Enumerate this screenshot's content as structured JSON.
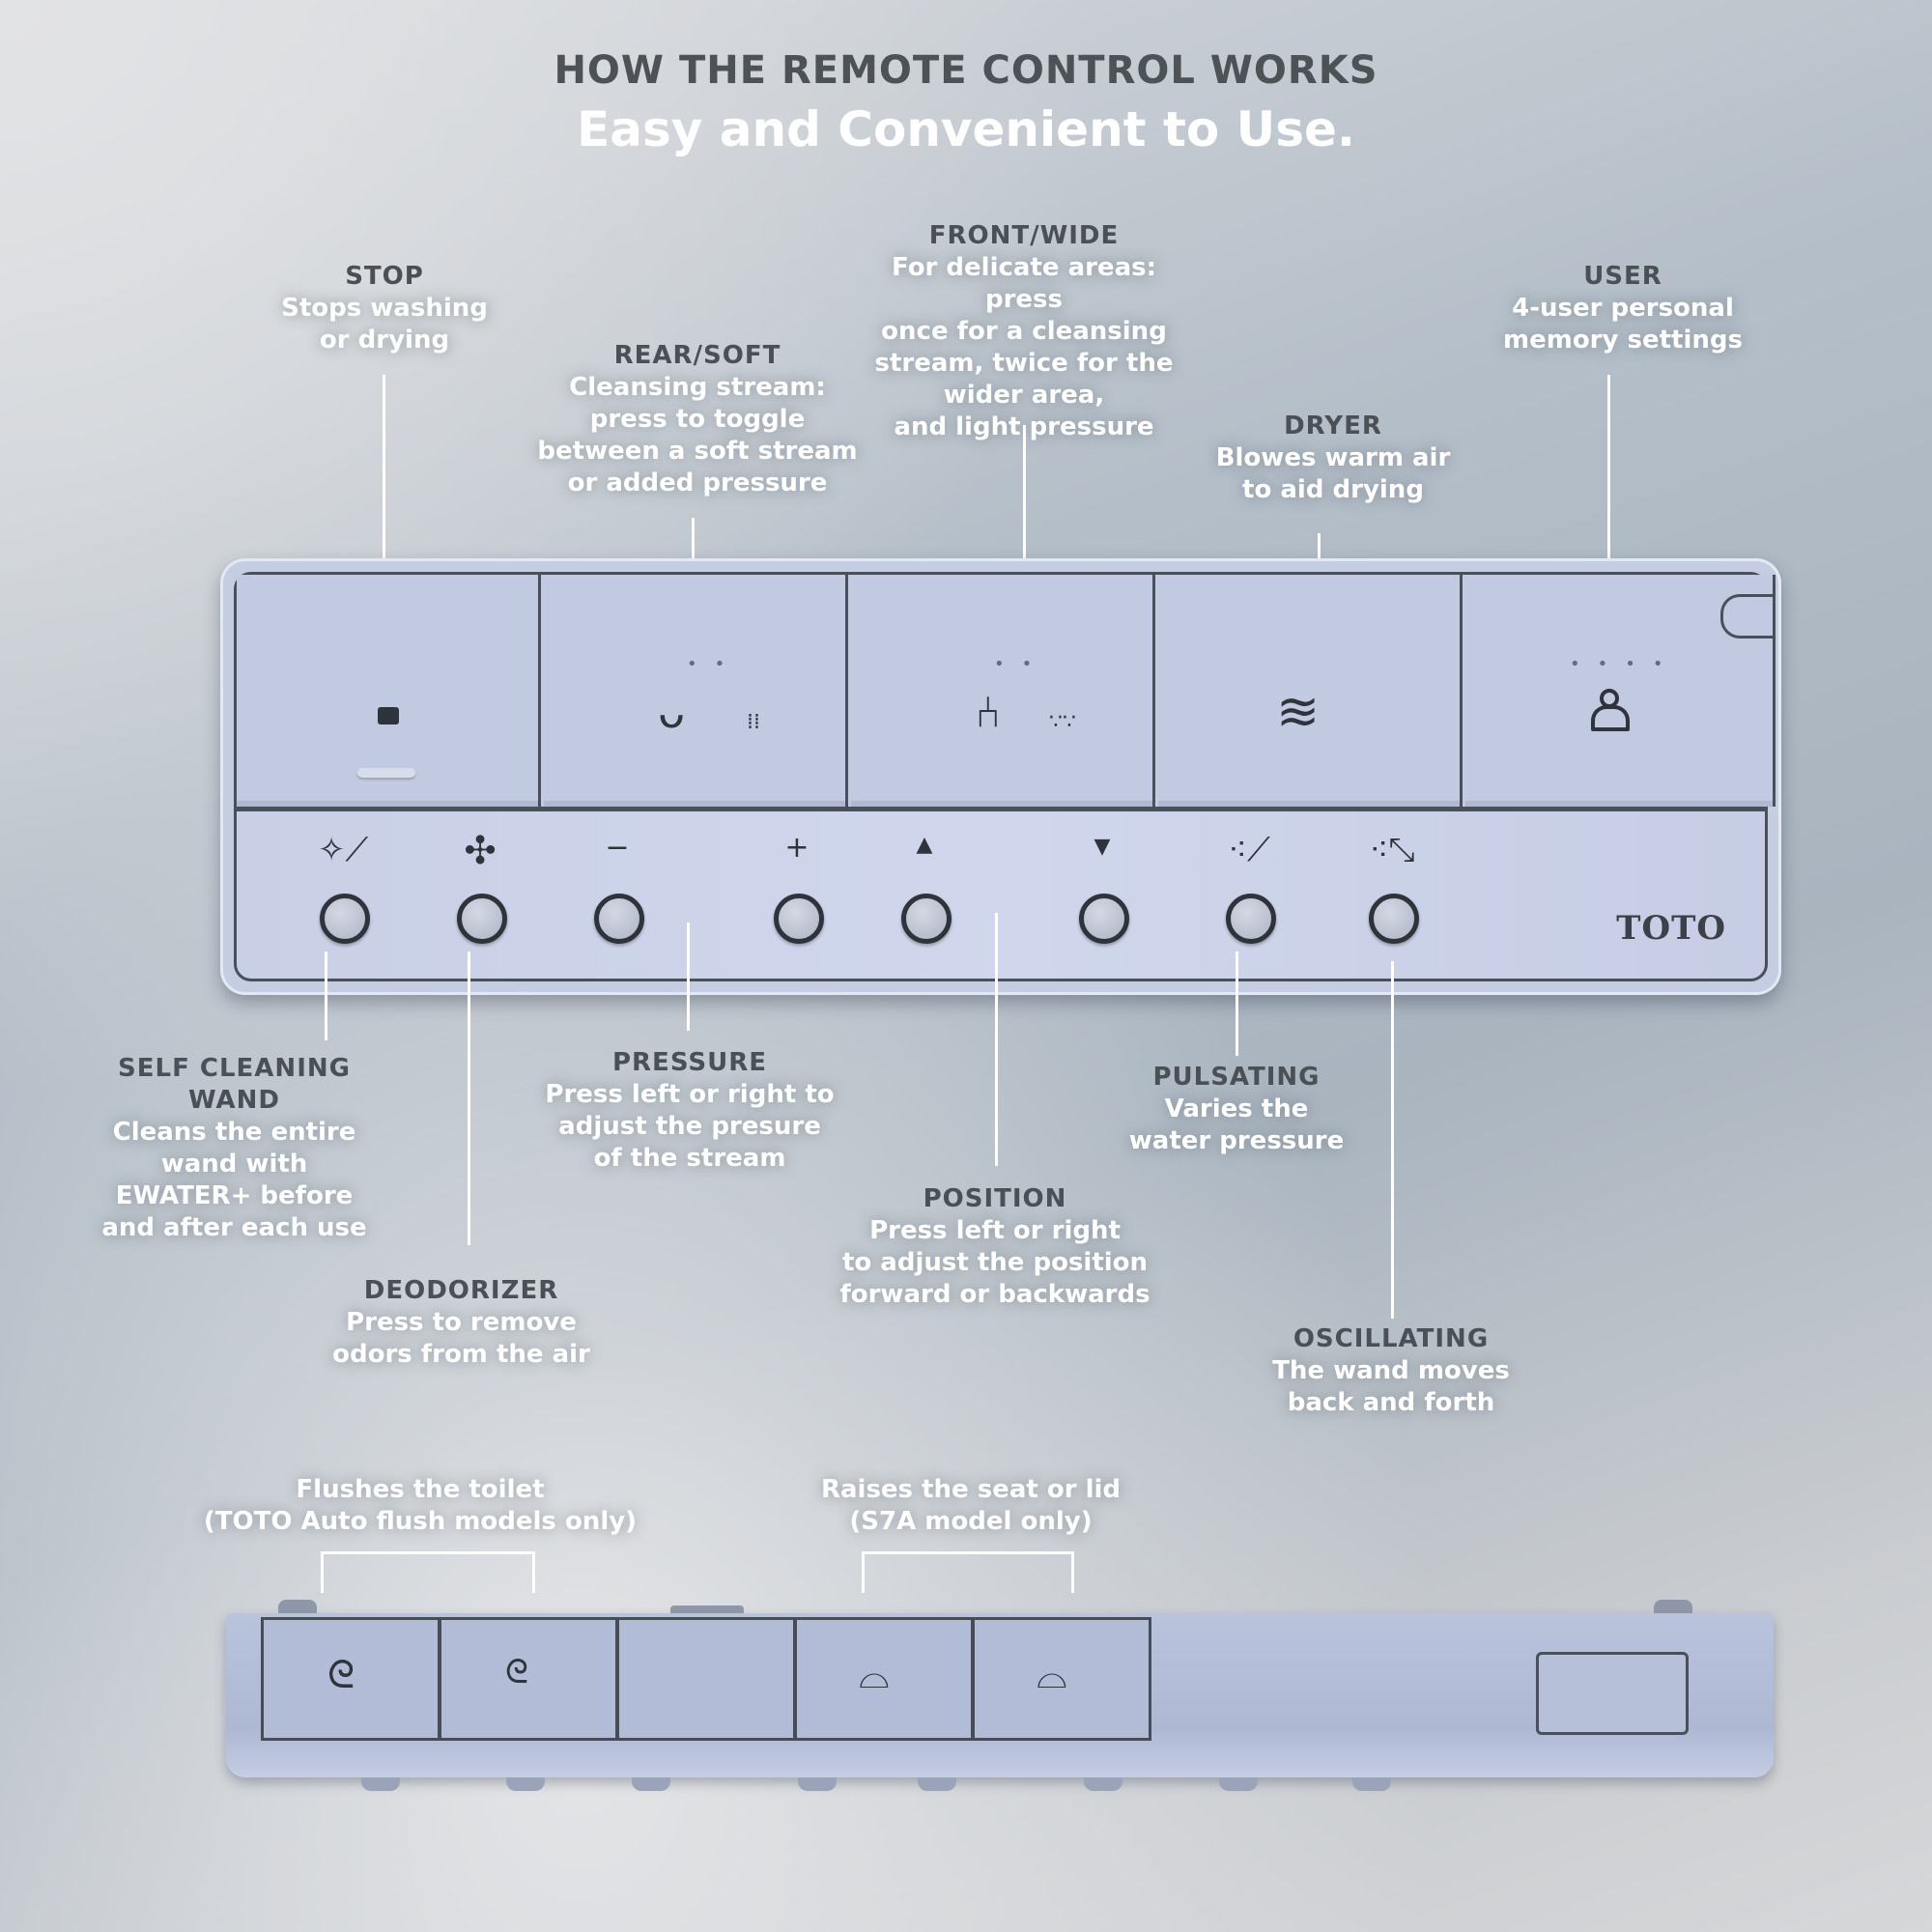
{
  "header": {
    "title": "HOW THE REMOTE CONTROL WORKS",
    "subtitle": "Easy and Convenient to Use."
  },
  "top_labels": {
    "stop": {
      "title": "STOP",
      "desc": "Stops washing\nor drying"
    },
    "rear": {
      "title": "REAR/SOFT",
      "desc": "Cleansing stream:\npress to toggle\nbetween a soft stream\nor added pressure"
    },
    "front": {
      "title": "FRONT/WIDE",
      "desc": "For delicate areas: press\nonce for a cleansing\nstream,  twice for the\nwider area,\nand light pressure"
    },
    "dryer": {
      "title": "DRYER",
      "desc": "Blowes warm air\nto aid drying"
    },
    "user": {
      "title": "USER",
      "desc": "4-user personal\nmemory settings"
    }
  },
  "bottom_labels": {
    "self_cleaning": {
      "title": "SELF CLEANING\nWAND",
      "desc": "Cleans the entire\nwand with\nEWATER+ before\nand after each use"
    },
    "deodorizer": {
      "title": "DEODORIZER",
      "desc": "Press to remove\nodors from the air"
    },
    "pressure": {
      "title": "PRESSURE",
      "desc": "Press left or right to\nadjust the presure\nof the stream"
    },
    "position": {
      "title": "POSITION",
      "desc": "Press left or right\nto adjust the position\nforward or backwards"
    },
    "pulsating": {
      "title": "PULSATING",
      "desc": "Varies the\nwater pressure"
    },
    "oscillating": {
      "title": "OSCILLATING",
      "desc": "The wand moves\nback and forth"
    }
  },
  "side_labels": {
    "flush": "Flushes the toilet\n(TOTO Auto flush models only)",
    "raise": "Raises the seat or lid\n(S7A model only)"
  },
  "remote": {
    "brand": "TOTO",
    "symbols": {
      "minus": "−",
      "plus": "+",
      "up": "▲",
      "down": "▼"
    }
  },
  "icons": [
    "stop-icon",
    "rear-wash-icon",
    "front-wash-icon",
    "dryer-icon",
    "user-icon",
    "self-clean-icon",
    "fan-icon",
    "pulsate-icon",
    "oscillate-icon",
    "flush-full-icon",
    "flush-light-icon",
    "lid-icon",
    "seat-icon"
  ],
  "colors": {
    "accent_text": "#4b5056",
    "remote_body": "#c5cde2",
    "background": "#b4bec8"
  }
}
